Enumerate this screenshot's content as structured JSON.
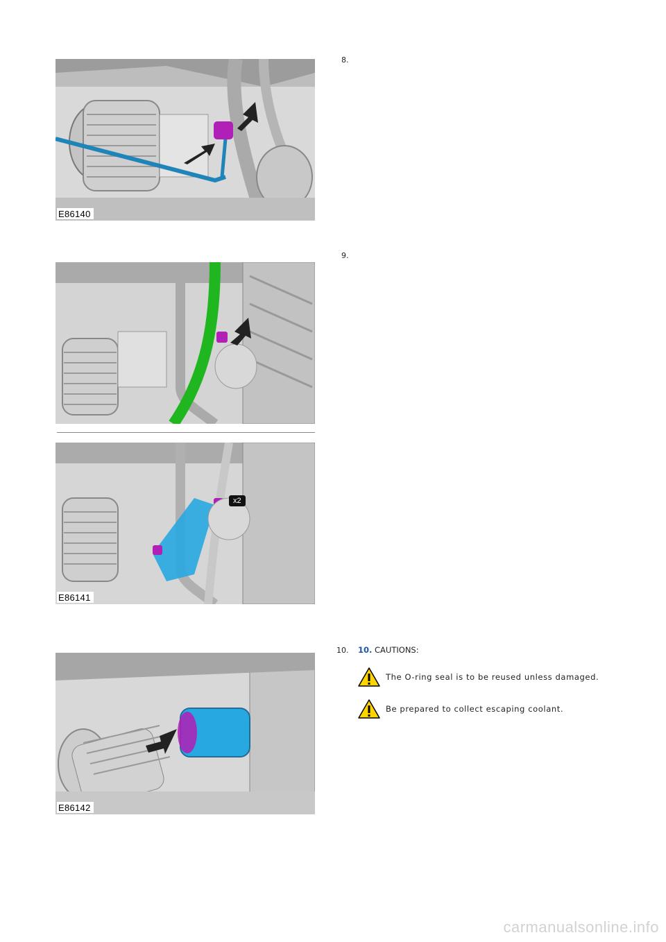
{
  "steps": [
    {
      "number": "8.",
      "figure_label": "E86140"
    },
    {
      "number": "9.",
      "figure_label": "E86141",
      "callout": "x2"
    },
    {
      "number": "10.",
      "figure_label": "E86142",
      "title_number": "10.",
      "title_text": " CAUTIONS:",
      "cautions": [
        "The O-ring seal is to be reused unless damaged.",
        "Be prepared to collect escaping coolant."
      ]
    }
  ],
  "watermark": "carmanualsonline.info",
  "icons": [
    "warning-icon"
  ],
  "colors": {
    "highlight_purple": "#b01fb6",
    "highlight_blue": "#1f84b8",
    "highlight_green": "#1fb61f",
    "highlight_cyan": "#28a8e0",
    "title_number": "#1f55a6"
  }
}
